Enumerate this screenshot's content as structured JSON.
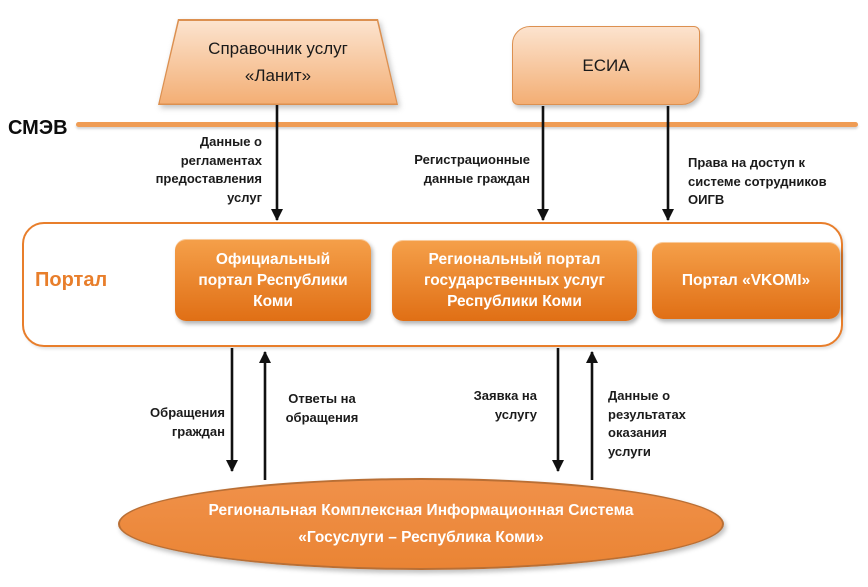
{
  "colors": {
    "accent": "#e87e2b",
    "smev-line": "#ef9c54",
    "light-top": "#fce3ce",
    "light-bottom": "#f3ae74",
    "light-border": "#dc9050",
    "box-top": "#f5a04a",
    "box-bottom": "#e06f15",
    "ellipse-fill": "#ee8b3e",
    "ellipse-border": "#b96f35",
    "arrow": "#111111"
  },
  "nodes": {
    "lanit": {
      "label": "Справочник услуг\n«Ланит»"
    },
    "esia": {
      "label": "ЕСИА"
    },
    "smev": {
      "label": "СМЭВ"
    },
    "portal": {
      "label": "Портал",
      "boxes": [
        {
          "label": "Официальный\nпортал Республики\nКоми"
        },
        {
          "label": "Региональный портал\nгосударственных услуг\nРеспублики Коми"
        },
        {
          "label": "Портал «VKOMI»"
        }
      ]
    },
    "rkis": {
      "label": "Региональная Комплексная Информационная Система\n«Госуслуги – Республика Коми»"
    }
  },
  "edge_labels": {
    "reglaments": "Данные о\nрегламентах\nпредоставления\nуслуг",
    "registration": "Регистрационные\nданные граждан",
    "access": "Права на доступ к\nсистеме сотрудников\nОИГВ",
    "appeals": "Обращения\nграждан",
    "answers": "Ответы на\nобращения",
    "request": "Заявка на\nуслугу",
    "results": "Данные о\nрезультатах\nоказания\nуслуги"
  }
}
